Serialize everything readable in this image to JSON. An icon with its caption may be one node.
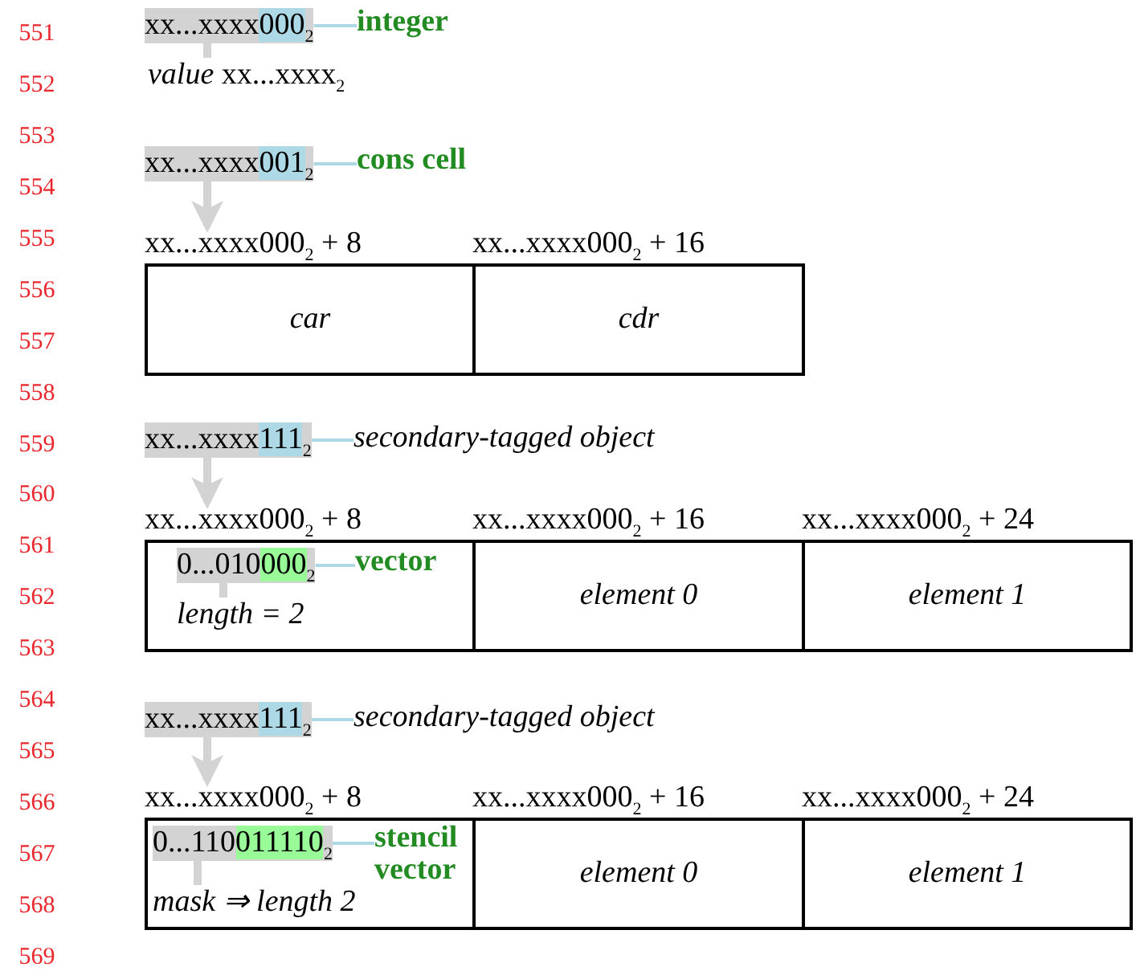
{
  "diagram": {
    "nodes": [
      {
        "text": [
          "xx...xxxx000$_{2}$"
        ]
      },
      {
        "text": [
          "integer"
        ]
      },
      {
        "text": [
          "*value* xx...xxxx$_{2}$"
        ]
      },
      {
        "text": [
          "xx...xxxx001$_{2}$"
        ]
      },
      {
        "text": [
          "cons cell"
        ]
      },
      {
        "text": [
          "car"
        ],
        "beside": [
          "xx...xxxx000$_{2}$ + 8"
        ]
      },
      {
        "text": [
          "cdr"
        ],
        "beside": [
          "xx...xxxx000$_{2}$ + 16"
        ]
      },
      {
        "text": [
          "xx...xxxx111$_{2}$"
        ]
      },
      {
        "text": [
          "secondary-tagged object"
        ]
      },
      {
        "text": [],
        "shape": "box",
        "beside": [
          "xx...xxxx000$_{2}$ + 8"
        ]
      },
      {
        "text": [
          "0...010000$_{2}$"
        ],
        "in": 9
      },
      {
        "text": [
          "vector"
        ],
        "in": 9
      },
      {
        "text": [
          "length = 2"
        ],
        "in": 9
      },
      {
        "text": [
          "element 0"
        ],
        "beside": [
          "xx...xxxx000$_{2}$ + 16"
        ]
      },
      {
        "text": [
          "element 1"
        ],
        "beside": [
          "xx...xxxx000$_{2}$ + 24"
        ]
      },
      {
        "text": [
          "xx...xxxx111$_{2}$"
        ]
      },
      {
        "text": [
          "secondary-tagged object"
        ]
      },
      {
        "text": [],
        "shape": "box",
        "beside": [
          "xx...xxxx000$_{2}$ + 8"
        ]
      },
      {
        "text": [
          "0...110011110$_{2}$"
        ],
        "in": 17
      },
      {
        "text": [
          "stencil vector"
        ],
        "in": 17
      },
      {
        "text": [
          "mask ⇒ length 2"
        ],
        "in": 17
      },
      {
        "text": [
          "element 0"
        ],
        "beside": [
          "xx...xxxx000$_{2}$ + 16"
        ]
      },
      {
        "text": [
          "element 1"
        ],
        "beside": [
          "xx...xxxx000$_{2}$ + 24"
        ]
      }
    ],
    "edges": [
      {
        "from": 0,
        "to": 1,
        "arrow": "none",
        "color": "#add8e6"
      },
      {
        "from": 0,
        "to": 2,
        "arrow": "none",
        "style": "thick",
        "color": "#d3d3d3"
      },
      {
        "from": 3,
        "to": 4,
        "arrow": "none",
        "color": "#add8e6"
      },
      {
        "from": 3,
        "to": 5,
        "arrow": "to",
        "style": "thick",
        "color": "#d3d3d3"
      },
      {
        "from": 7,
        "to": 8,
        "arrow": "none",
        "color": "#add8e6"
      },
      {
        "from": 7,
        "to": 9,
        "arrow": "to",
        "style": "thick",
        "color": "#d3d3d3"
      },
      {
        "from": 10,
        "to": 11,
        "arrow": "none",
        "color": "#add8e6"
      },
      {
        "from": 10,
        "to": 12,
        "arrow": "none",
        "style": "thick",
        "color": "#d3d3d3"
      },
      {
        "from": 15,
        "to": 16,
        "arrow": "none",
        "color": "#add8e6"
      },
      {
        "from": 15,
        "to": 17,
        "arrow": "to",
        "style": "thick",
        "color": "#d3d3d3"
      },
      {
        "from": 18,
        "to": 19,
        "arrow": "none",
        "color": "#add8e6"
      },
      {
        "from": 18,
        "to": 20,
        "arrow": "none",
        "style": "thick",
        "color": "#d3d3d3"
      }
    ],
    "labels": [
      "551",
      "552",
      "553",
      "554",
      "555",
      "556",
      "557",
      "558",
      "559",
      "560",
      "561",
      "562",
      "563",
      "564",
      "565",
      "566",
      "567",
      "568",
      "569"
    ]
  }
}
